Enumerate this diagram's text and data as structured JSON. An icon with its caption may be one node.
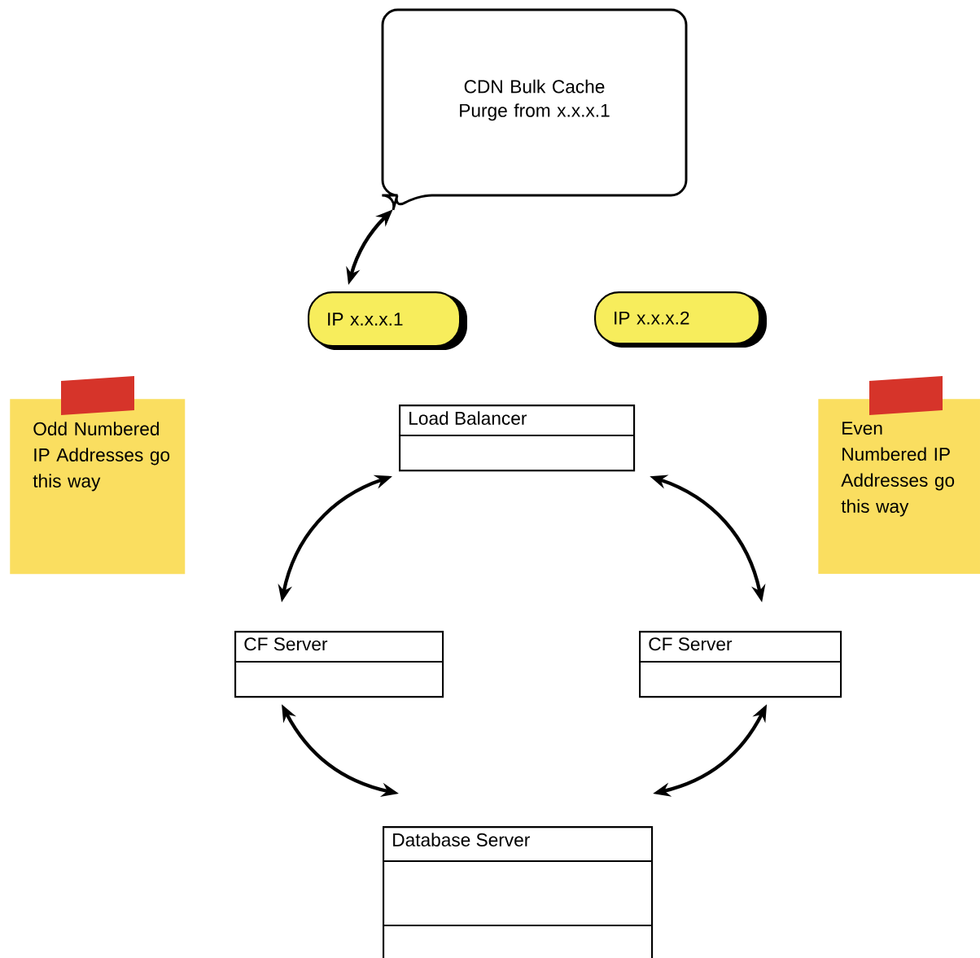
{
  "diagram": {
    "nodes": [
      {
        "text": [
          "CDN Bulk Cache Purge from x.x.x.1"
        ]
      },
      {
        "text": [
          "IP x.x.x.1"
        ]
      },
      {
        "text": [
          "IP x.x.x.2"
        ]
      },
      {
        "text": [
          "Odd Numbered IP Addresses go this way"
        ]
      },
      {
        "text": [
          "Even Numbered IP Addresses go this way"
        ]
      },
      {
        "text": [
          "Load Balancer"
        ]
      },
      {
        "text": [
          "CF Server"
        ]
      },
      {
        "text": [
          "CF Server"
        ]
      },
      {
        "text": [
          "Database Server"
        ]
      }
    ],
    "edges": [
      {
        "from": 0,
        "to": 1,
        "arrow": "both"
      },
      {
        "from": 5,
        "to": 6,
        "arrow": "both"
      },
      {
        "from": 5,
        "to": 7,
        "arrow": "both"
      },
      {
        "from": 6,
        "to": 8,
        "arrow": "both"
      },
      {
        "from": 7,
        "to": 8,
        "arrow": "both"
      }
    ]
  }
}
